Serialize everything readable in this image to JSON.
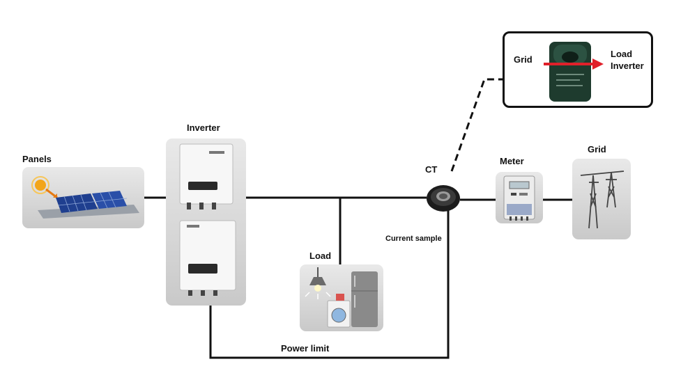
{
  "labels": {
    "panels": "Panels",
    "inverter": "Inverter",
    "load": "Load",
    "ct": "CT",
    "meter": "Meter",
    "grid": "Grid",
    "current_sample": "Current sample",
    "power_limit": "Power limit"
  },
  "callout": {
    "grid": "Grid",
    "load_inverter_line1": "Load",
    "load_inverter_line2": "Inverter"
  },
  "colors": {
    "wire": "#111111",
    "arrow": "#e0202a",
    "tile_bg": "#d6d6d6",
    "panel_blue": "#1f3f8f",
    "ct_body": "#1e3b2e"
  }
}
